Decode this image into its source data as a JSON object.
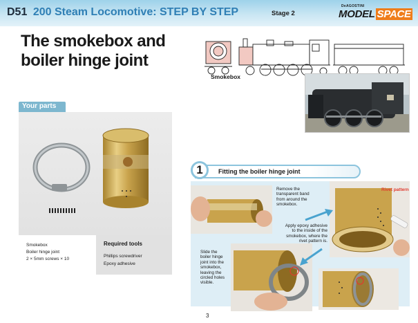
{
  "header": {
    "loco_number": "D51",
    "series_title": "200 Steam Locomotive: STEP BY STEP",
    "stage": "Stage 2",
    "brand_top": "DeAGOSTINI",
    "brand_model": "MODEL",
    "brand_space": "SPACE"
  },
  "title": {
    "line1": "The smokebox and",
    "line2": "boiler hinge joint"
  },
  "diagram": {
    "smokebox_label": "Smokebox"
  },
  "parts": {
    "tab": "Your parts",
    "items": [
      "Smokebox",
      "Boiler hinge joint",
      "2 × 5mm screws × 10"
    ],
    "tools_heading": "Required tools",
    "tools": [
      "Phillips screwdriver",
      "Epoxy adhesive"
    ]
  },
  "step": {
    "number": "1",
    "title": "Fitting the boiler hinge joint",
    "caption1": [
      "Remove the",
      "transparent band",
      "from around the",
      "smokebox."
    ],
    "caption2": [
      "Apply epoxy adhesive",
      "to the inside of the",
      "smokebox, where the",
      "rivet pattern is."
    ],
    "caption3": [
      "Slide the",
      "boiler hinge",
      "joint into the",
      "smokebox,",
      "leaving the",
      "circled holes",
      "visible."
    ],
    "rivet_label": "Rivet pattern"
  },
  "page_number": "3",
  "colors": {
    "accent_blue": "#2f7fb5",
    "header_blue": "#9ed2ea",
    "tab_blue": "#7db7cf",
    "panel_blue": "#deeef6",
    "brand_orange": "#ef7d1a",
    "rivet_red": "#e03a2e"
  }
}
